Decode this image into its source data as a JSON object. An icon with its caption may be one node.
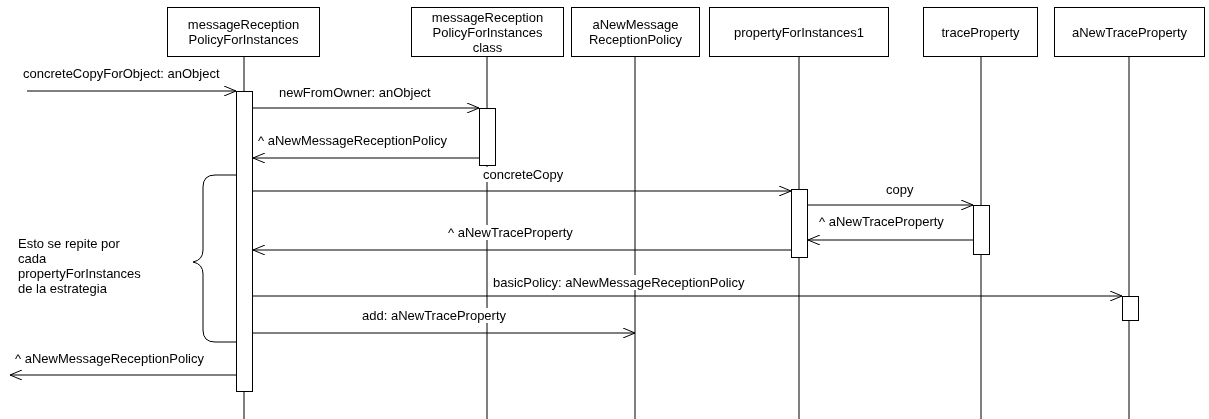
{
  "diagram": {
    "nodes": [
      {
        "text": [
          "messageReception PolicyForInstances"
        ]
      },
      {
        "text": [
          "messageReception PolicyForInstances class"
        ]
      },
      {
        "text": [
          "aNewMessage ReceptionPolicy"
        ]
      },
      {
        "text": [
          "propertyForInstances1"
        ]
      },
      {
        "text": [
          "traceProperty"
        ]
      },
      {
        "text": [
          "aNewTraceProperty"
        ]
      },
      {
        "text": [],
        "shape": "bar"
      },
      {
        "text": [],
        "shape": "bar"
      },
      {
        "text": [],
        "shape": "bar"
      },
      {
        "text": [],
        "shape": "bar"
      },
      {
        "text": [],
        "shape": "bar"
      }
    ],
    "edges": [
      {
        "from": null,
        "to": 6,
        "arrow": "to",
        "label": "concreteCopyForObject: anObject"
      },
      {
        "from": 6,
        "to": 7,
        "arrow": "to",
        "label": "newFromOwner: anObject"
      },
      {
        "from": 7,
        "to": 6,
        "arrow": "to",
        "label": "^ aNewMessageReceptionPolicy"
      },
      {
        "from": 6,
        "to": 8,
        "arrow": "to",
        "label": "concreteCopy"
      },
      {
        "from": 8,
        "to": 9,
        "arrow": "to",
        "label": "copy"
      },
      {
        "from": 9,
        "to": 8,
        "arrow": "to",
        "label": "^ aNewTraceProperty"
      },
      {
        "from": 8,
        "to": 6,
        "arrow": "to",
        "label": "^ aNewTraceProperty"
      },
      {
        "from": 6,
        "to": 10,
        "arrow": "to",
        "label": "basicPolicy: aNewMessageReceptionPolicy"
      },
      {
        "from": 6,
        "to": null,
        "arrow": "to",
        "label": "add: aNewTraceProperty"
      },
      {
        "from": 6,
        "to": null,
        "arrow": "to",
        "label": "^ aNewMessageReceptionPolicy"
      }
    ],
    "labels": [
      "Esto se repite por cada propertyForInstances de la estrategia"
    ]
  }
}
